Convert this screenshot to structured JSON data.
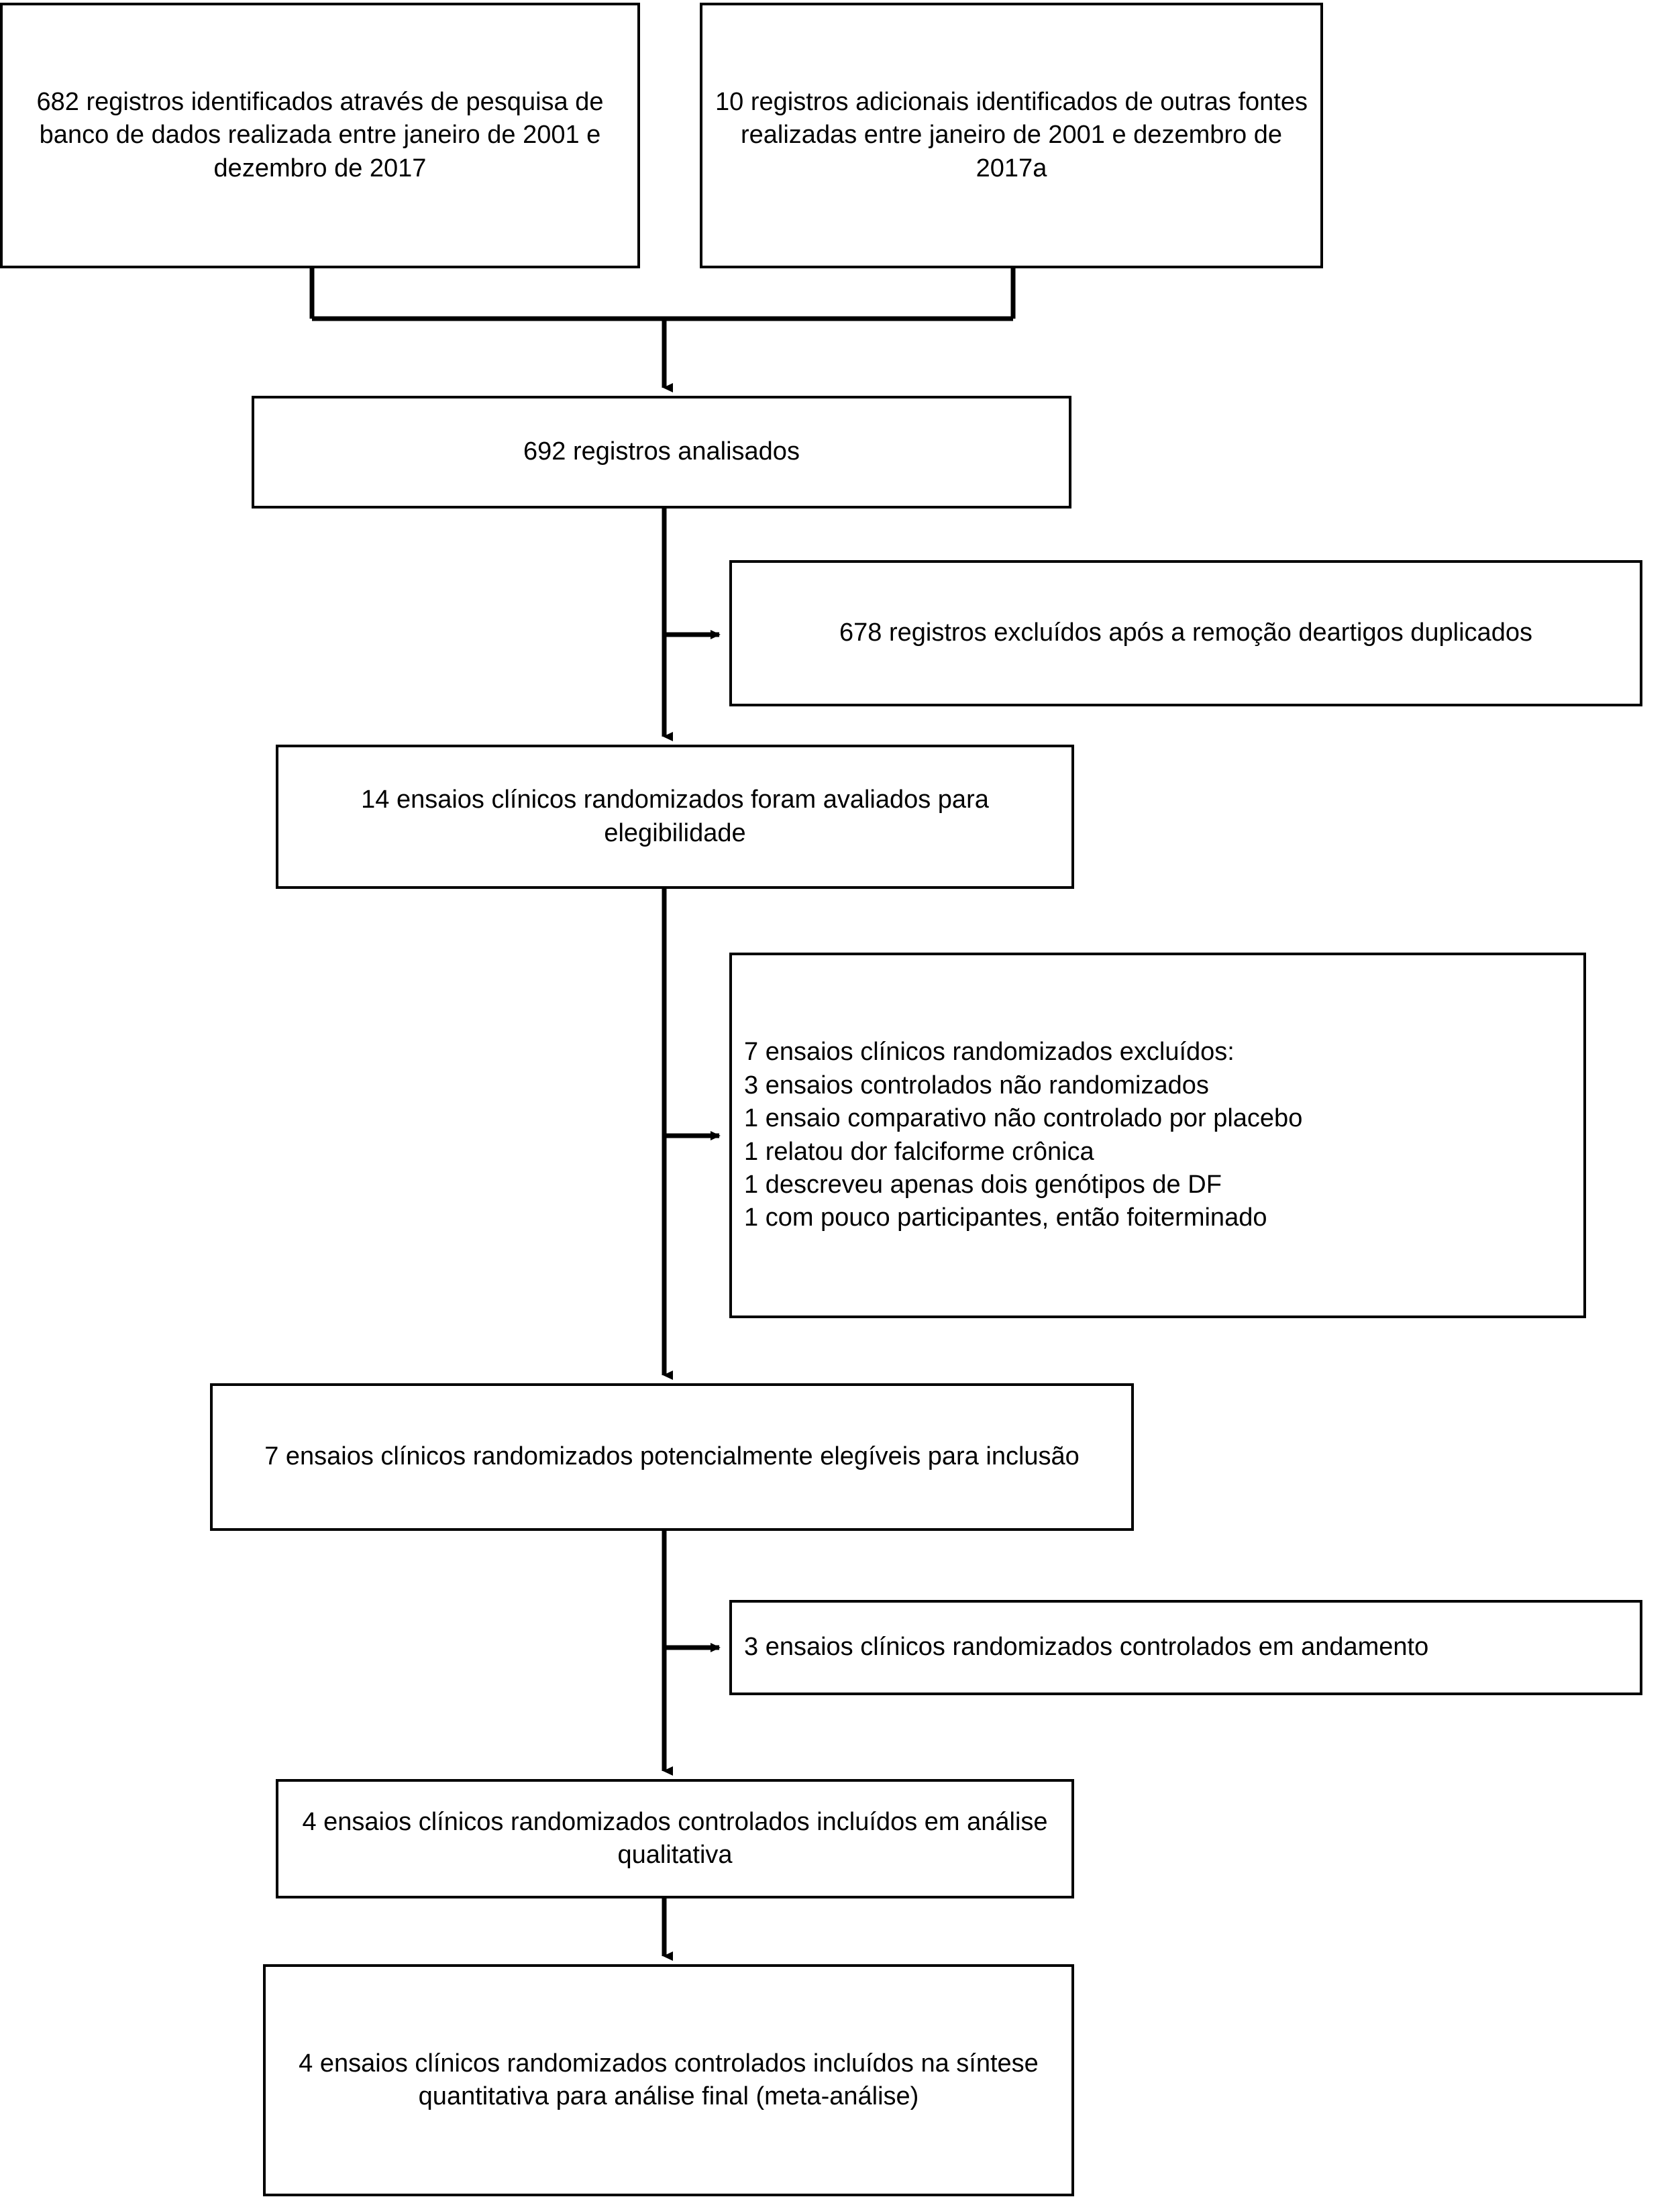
{
  "diagram": {
    "type": "prisma-flow-diagram",
    "language": "pt-BR",
    "colors": {
      "stroke": "#000000",
      "fill": "#ffffff",
      "text": "#000000"
    },
    "nodes": {
      "database_records": "682 registros identificados através de pesquisa de banco de dados realizada entre janeiro de 2001 e dezembro de 2017",
      "other_sources_records": "10 registros adicionais identificados de outras fontes realizadas entre janeiro de 2001 e dezembro de 2017a",
      "screened_records": "692 registros analisados",
      "duplicates_excluded": "678 registros excluídos após a remoção deartigos duplicados",
      "assessed_eligibility": "14 ensaios clínicos randomizados foram avaliados para elegibilidade",
      "excluded_trials": "7 ensaios clínicos randomizados excluídos:\n3 ensaios controlados não randomizados\n1 ensaio comparativo não controlado por placebo\n1 relatou dor falciforme crônica\n1 descreveu apenas dois genótipos de DF\n1 com pouco participantes, então foiterminado",
      "potentially_eligible": "7 ensaios clínicos randomizados potencialmente elegíveis para inclusão",
      "ongoing_trials": "3 ensaios clínicos randomizados controlados em andamento",
      "qualitative_included": "4 ensaios clínicos randomizados controlados incluídos em análise qualitativa",
      "quantitative_included": "4 ensaios clínicos randomizados controlados incluídos na síntese quantitativa para análise final (meta-análise)"
    },
    "excluded_trials_lines": [
      "7 ensaios clínicos randomizados excluídos:",
      "3 ensaios controlados não randomizados",
      "1 ensaio comparativo não controlado por placebo",
      "1 relatou dor falciforme crônica",
      "1 descreveu apenas dois genótipos de DF",
      "1 com pouco participantes, então foiterminado"
    ],
    "counts": {
      "database_records": 682,
      "other_sources_records": 10,
      "screened_records": 692,
      "duplicates_excluded": 678,
      "assessed_eligibility": 14,
      "excluded_trials": 7,
      "excluded_nonrandomized_controlled": 3,
      "excluded_non_placebo_comparative": 1,
      "excluded_chronic_sickle_pain": 1,
      "excluded_two_genotypes_only": 1,
      "excluded_few_participants": 1,
      "potentially_eligible": 7,
      "ongoing_trials": 3,
      "qualitative_included": 4,
      "quantitative_included": 4
    }
  }
}
